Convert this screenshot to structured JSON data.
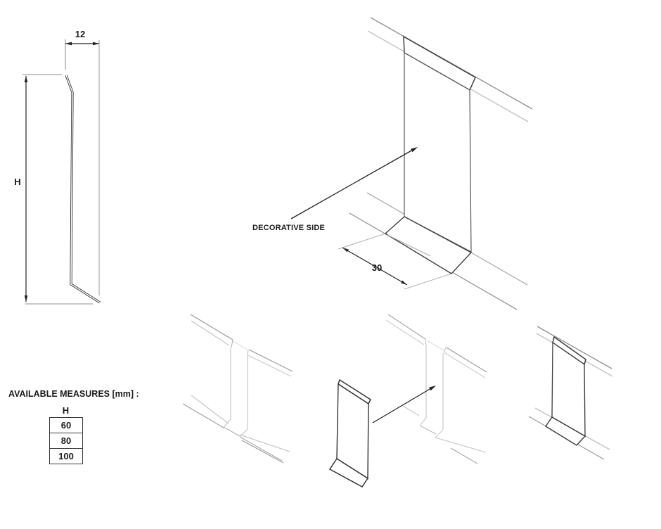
{
  "figure1": {
    "width_label": "12",
    "height_label": "H"
  },
  "figure2": {
    "decorative_label": "DECORATIVE SIDE",
    "depth_label": "30"
  },
  "measures": {
    "title": "AVAILABLE MEASURES [mm] :",
    "column_header": "H",
    "rows": [
      "60",
      "80",
      "100"
    ]
  },
  "colors": {
    "line_dark": "#2a2a2a",
    "line_gray": "#8f8f8f",
    "line_faint": "#c6c6c6",
    "text": "#1a1a1a"
  }
}
